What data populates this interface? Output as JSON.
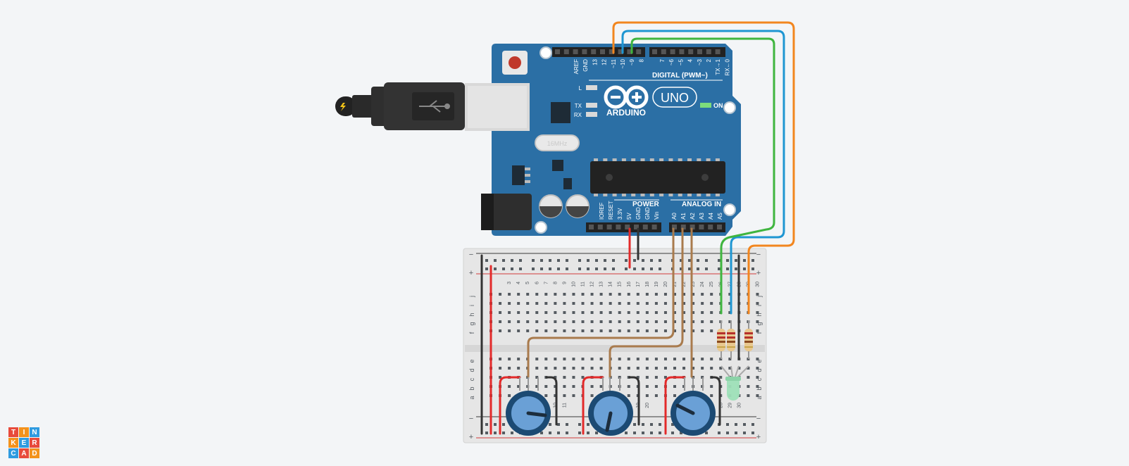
{
  "arduino": {
    "brand": "ARDUINO",
    "model": "UNO",
    "on_label": "ON",
    "led_labels": [
      "L",
      "TX",
      "RX"
    ],
    "crystal_label": "16MHz",
    "digital_label": "DIGITAL (PWM~)",
    "power_label": "POWER",
    "analog_label": "ANALOG IN",
    "digital_pins_left": [
      "AREF",
      "GND",
      "13",
      "12",
      "~11",
      "~10",
      "~9",
      "8"
    ],
    "digital_pins_right": [
      "7",
      "~6",
      "~5",
      "4",
      "~3",
      "2",
      "TX→1",
      "RX←0"
    ],
    "power_pins": [
      "IOREF",
      "RESET",
      "3.3V",
      "5V",
      "GND",
      "GND",
      "Vin"
    ],
    "analog_pins": [
      "A0",
      "A1",
      "A2",
      "A3",
      "A4",
      "A5"
    ]
  },
  "breadboard": {
    "rows_top": [
      "j",
      "i",
      "h",
      "g",
      "f"
    ],
    "rows_bottom": [
      "e",
      "d",
      "c",
      "b",
      "a"
    ],
    "col_numbers_top": [
      "3",
      "4",
      "5",
      "6",
      "7",
      "8",
      "9",
      "10",
      "11",
      "12",
      "13",
      "14",
      "15",
      "16",
      "17",
      "18",
      "19",
      "20",
      "21",
      "22",
      "23",
      "24",
      "25",
      "26",
      "27",
      "28",
      "29",
      "30"
    ],
    "col_numbers_bottom": [
      "10",
      "11",
      "18",
      "19",
      "20",
      "28",
      "29",
      "30"
    ],
    "rail_minus": "−",
    "rail_plus": "+"
  },
  "logo": {
    "letters": [
      "T",
      "I",
      "N",
      "K",
      "E",
      "R",
      "C",
      "A",
      "D"
    ]
  },
  "colors": {
    "background": "#f3f5f7",
    "arduino_board": "#2b6fa5",
    "breadboard": "#e6e6e6",
    "wire_orange": "#f2861f",
    "wire_blue": "#1f96d2",
    "wire_green": "#3fb53f",
    "wire_brown": "#a97b4d",
    "wire_red": "#e32a2a",
    "wire_black": "#333333",
    "pot_body": "#1c4a73",
    "pot_knob": "#6aa0d6",
    "led_green": "#9ee0b8"
  }
}
